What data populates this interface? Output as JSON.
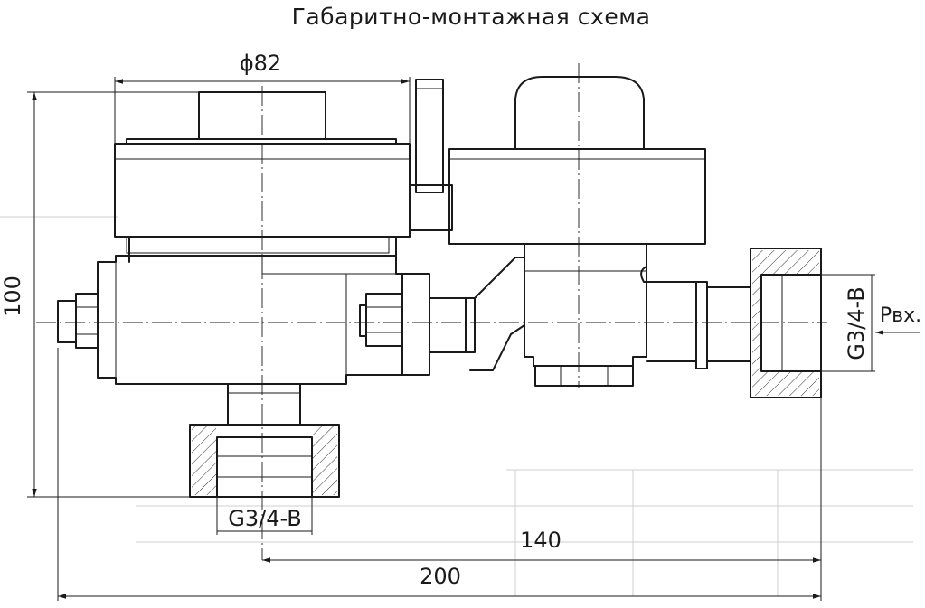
{
  "title": "Габаритно-монтажная схема",
  "dimensions": {
    "diameter": "ϕ82",
    "height": "100",
    "length_140": "140",
    "length_200": "200"
  },
  "thread_labels": {
    "bottom_outlet": "G3/4-B",
    "right_inlet": "G3/4-B"
  },
  "inlet_label": "Рвх."
}
